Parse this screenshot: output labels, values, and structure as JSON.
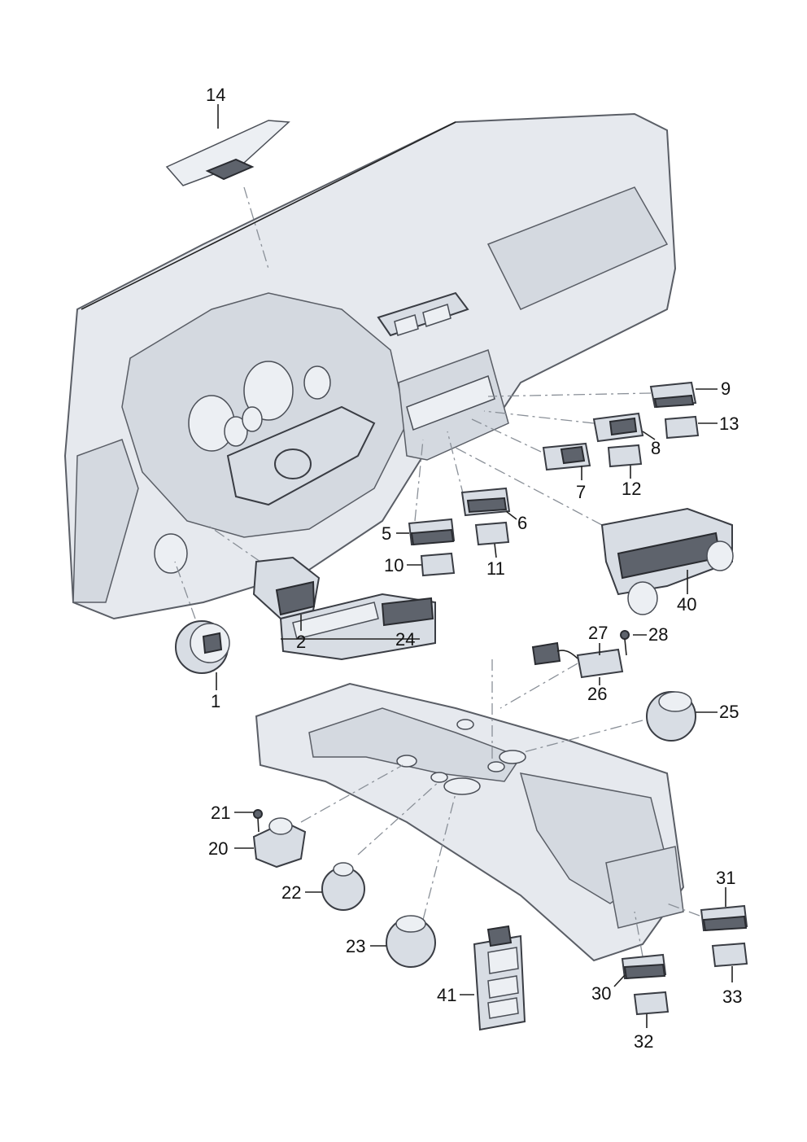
{
  "callouts": [
    {
      "id": "14",
      "label": "14"
    },
    {
      "id": "9",
      "label": "9"
    },
    {
      "id": "13",
      "label": "13"
    },
    {
      "id": "8",
      "label": "8"
    },
    {
      "id": "7",
      "label": "7"
    },
    {
      "id": "12",
      "label": "12"
    },
    {
      "id": "6",
      "label": "6"
    },
    {
      "id": "5",
      "label": "5"
    },
    {
      "id": "11",
      "label": "11"
    },
    {
      "id": "10",
      "label": "10"
    },
    {
      "id": "40",
      "label": "40"
    },
    {
      "id": "2",
      "label": "2"
    },
    {
      "id": "1",
      "label": "1"
    },
    {
      "id": "27",
      "label": "27"
    },
    {
      "id": "28",
      "label": "28"
    },
    {
      "id": "24",
      "label": "24"
    },
    {
      "id": "26",
      "label": "26"
    },
    {
      "id": "25",
      "label": "25"
    },
    {
      "id": "21",
      "label": "21"
    },
    {
      "id": "20",
      "label": "20"
    },
    {
      "id": "22",
      "label": "22"
    },
    {
      "id": "23",
      "label": "23"
    },
    {
      "id": "41",
      "label": "41"
    },
    {
      "id": "31",
      "label": "31"
    },
    {
      "id": "30",
      "label": "30"
    },
    {
      "id": "33",
      "label": "33"
    },
    {
      "id": "32",
      "label": "32"
    }
  ],
  "colors": {
    "part_fill": "#d8dde4",
    "outline": "#3a3d44",
    "background": "#ffffff"
  }
}
